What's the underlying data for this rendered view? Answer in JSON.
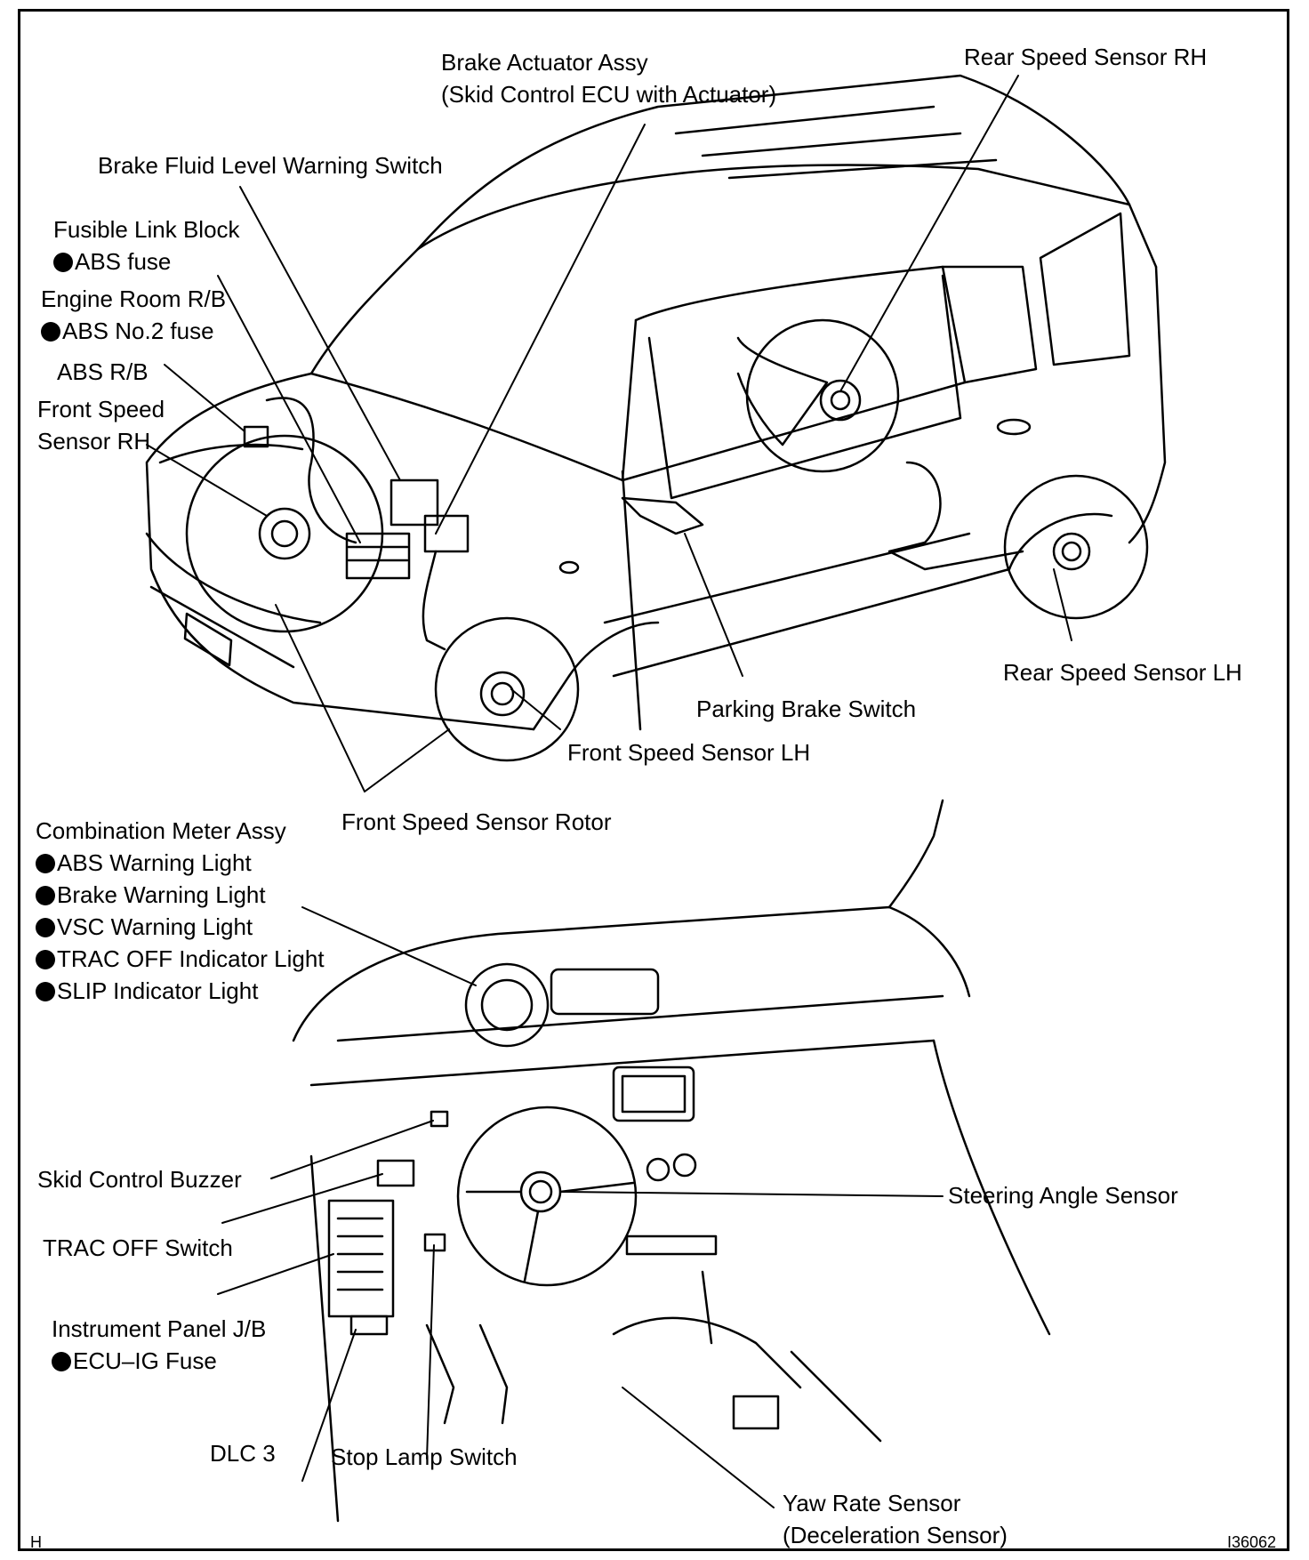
{
  "labels": {
    "brake_actuator": [
      "Brake Actuator Assy",
      "(Skid Control ECU with Actuator)"
    ],
    "rear_speed_rh": "Rear Speed Sensor RH",
    "brake_fluid": "Brake Fluid Level Warning Switch",
    "fusible_link": "Fusible Link Block",
    "abs_fuse": "ABS fuse",
    "engine_room_rb": "Engine Room R/B",
    "abs_no2_fuse": "ABS No.2 fuse",
    "abs_rb": "ABS R/B",
    "front_speed_rh": [
      "Front Speed",
      "Sensor RH"
    ],
    "rear_speed_lh": "Rear Speed Sensor LH",
    "parking_brake": "Parking Brake Switch",
    "front_speed_lh": "Front Speed Sensor LH",
    "front_rotor": "Front Speed Sensor Rotor",
    "combination_meter": "Combination Meter Assy",
    "meter_items": [
      "ABS Warning Light",
      "Brake Warning Light",
      "VSC Warning Light",
      "TRAC OFF Indicator Light",
      "SLIP Indicator Light"
    ],
    "skid_buzzer": "Skid Control Buzzer",
    "trac_off_switch": "TRAC OFF Switch",
    "instrument_jb": "Instrument Panel J/B",
    "ecu_ig_fuse": "ECU–IG Fuse",
    "dlc3": "DLC 3",
    "stop_lamp": "Stop Lamp Switch",
    "steering_angle": "Steering Angle Sensor",
    "yaw_rate": [
      "Yaw Rate Sensor",
      "(Deceleration Sensor)"
    ],
    "corner_h": "H",
    "figure_code": "I36062"
  }
}
